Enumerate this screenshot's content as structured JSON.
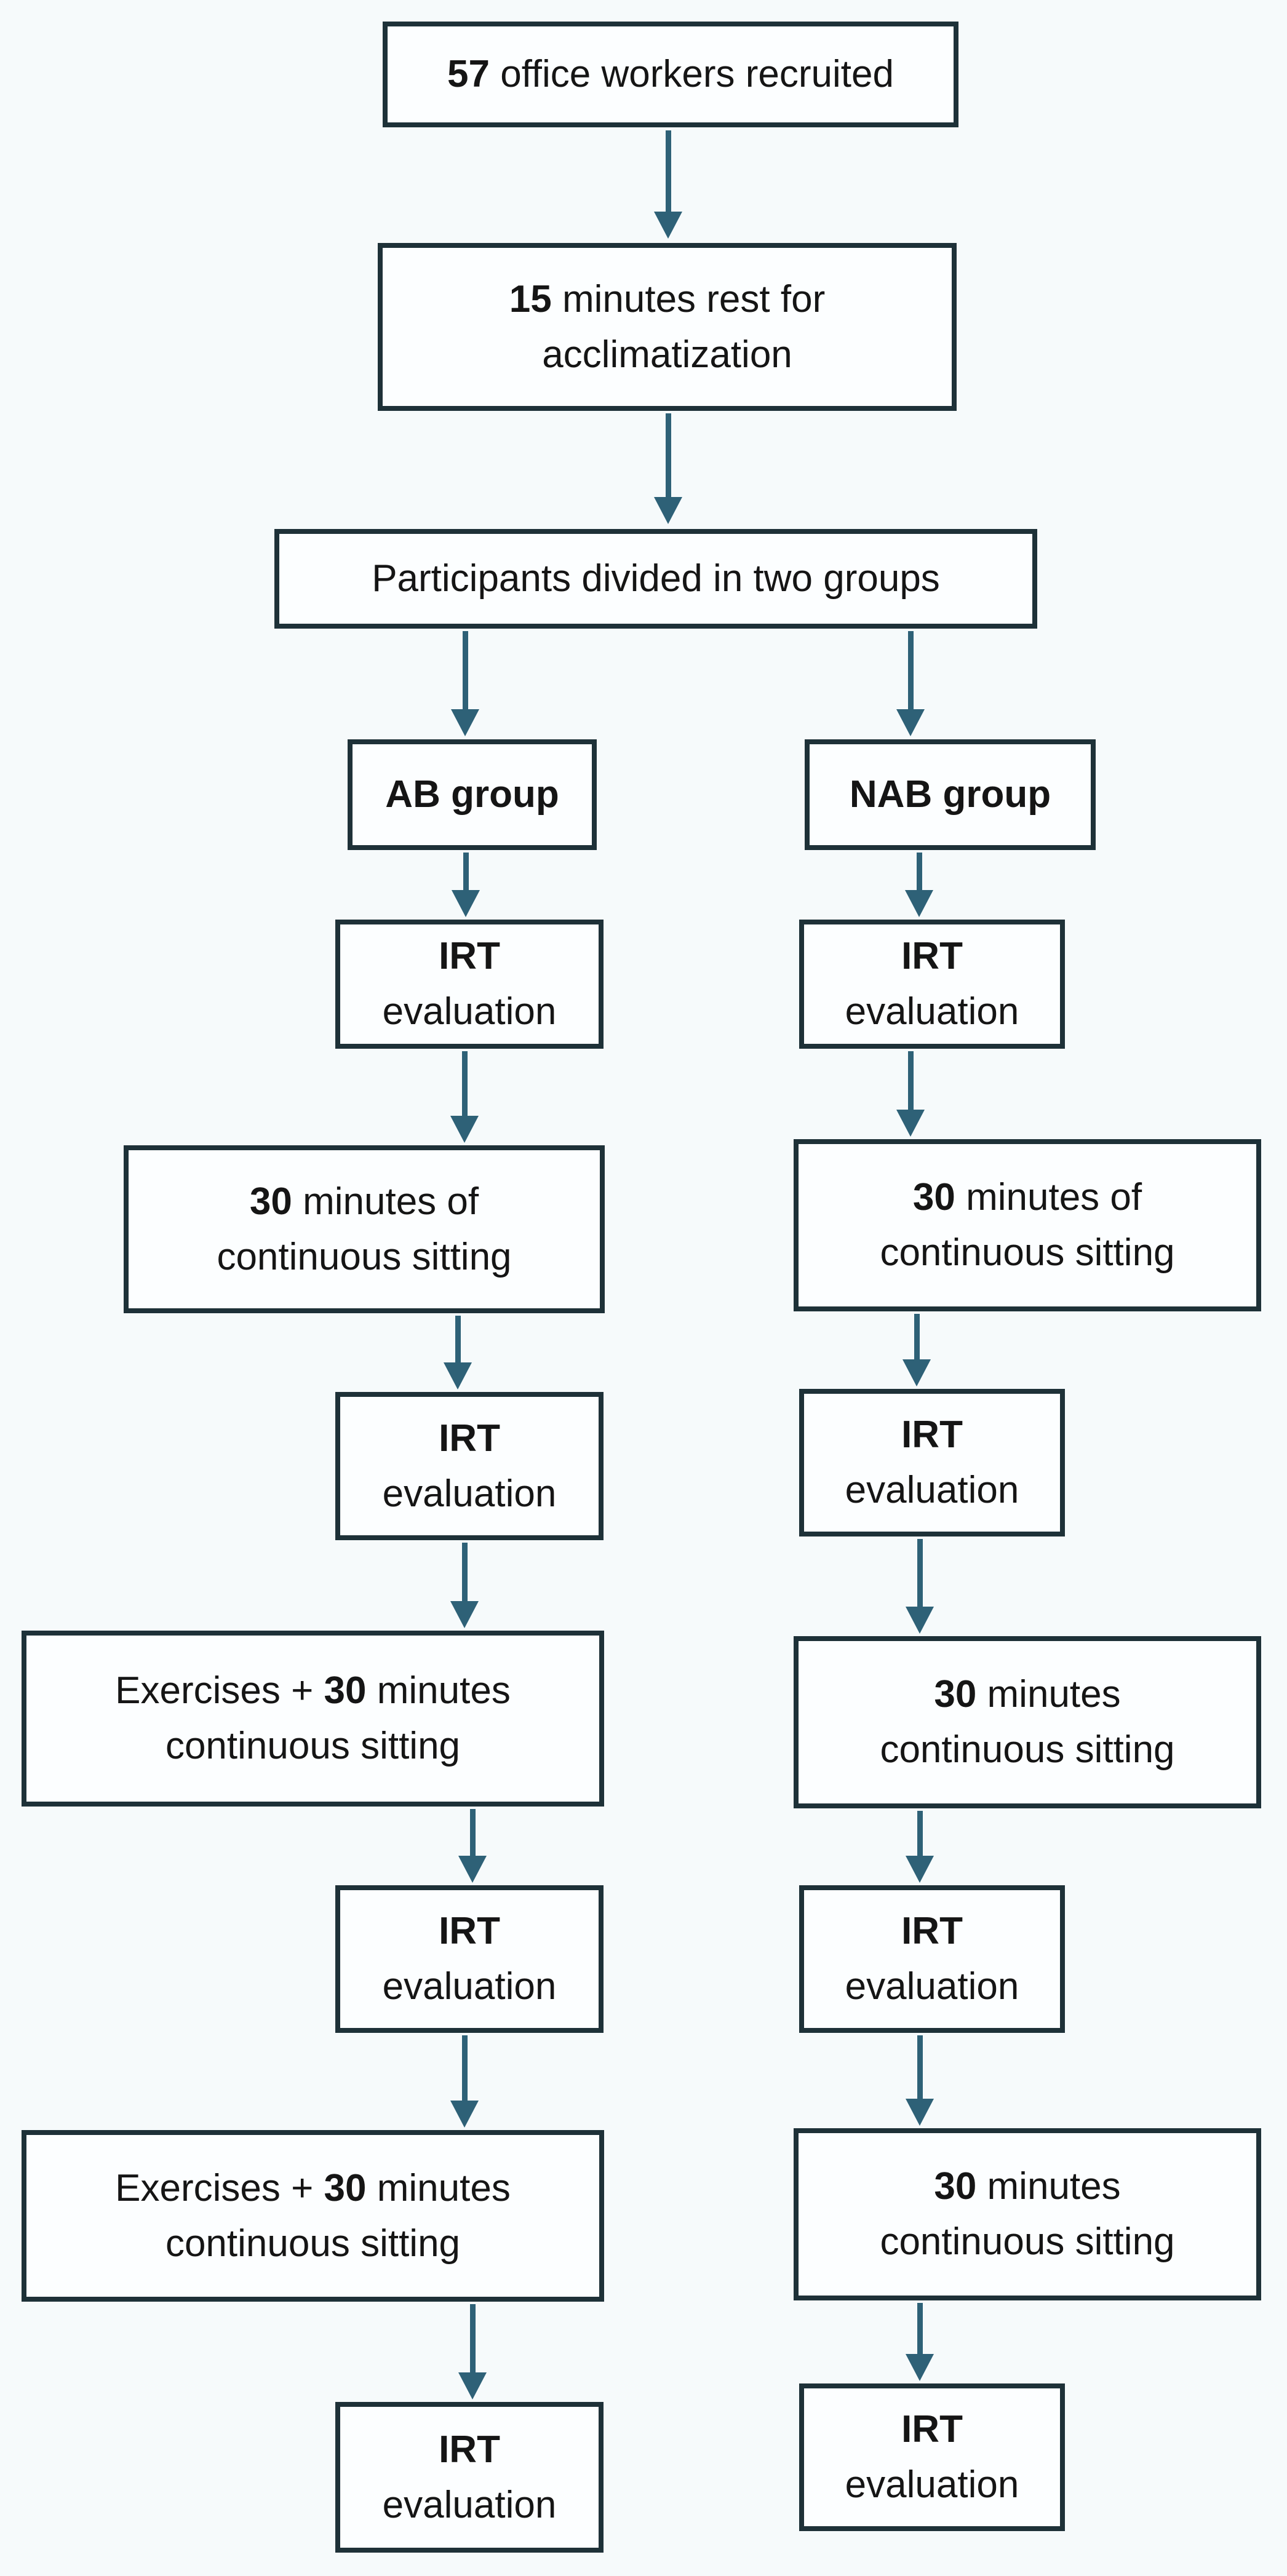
{
  "colors": {
    "border": "#1e3138",
    "arrow": "#2e6177",
    "boxfill": "#fcfeff",
    "background": "#f6fafb",
    "text": "#151515"
  },
  "boxes": {
    "recruited": {
      "lines": [
        {
          "bold": "57",
          "post": " office workers recruited"
        }
      ]
    },
    "rest": {
      "lines": [
        {
          "bold": "15",
          "post": " minutes rest for"
        },
        {
          "pre": "acclimatization"
        }
      ]
    },
    "divided": {
      "lines": [
        {
          "pre": "Participants divided in two groups"
        }
      ]
    },
    "ab_group": {
      "lines": [
        {
          "bold": "AB group"
        }
      ]
    },
    "nab_group": {
      "lines": [
        {
          "bold": "NAB group"
        }
      ]
    },
    "irt": {
      "lines": [
        {
          "bold": "IRT"
        },
        {
          "pre": "evaluation"
        }
      ]
    },
    "sitting_of": {
      "lines": [
        {
          "bold": "30",
          "post": " minutes of"
        },
        {
          "pre": "continuous sitting"
        }
      ]
    },
    "sitting": {
      "lines": [
        {
          "bold": "30",
          "post": " minutes"
        },
        {
          "pre": "continuous sitting"
        }
      ]
    },
    "exercises_sitting": {
      "lines": [
        {
          "pre": "Exercises + ",
          "bold": "30",
          "post": " minutes"
        },
        {
          "pre": "continuous sitting"
        }
      ]
    }
  }
}
